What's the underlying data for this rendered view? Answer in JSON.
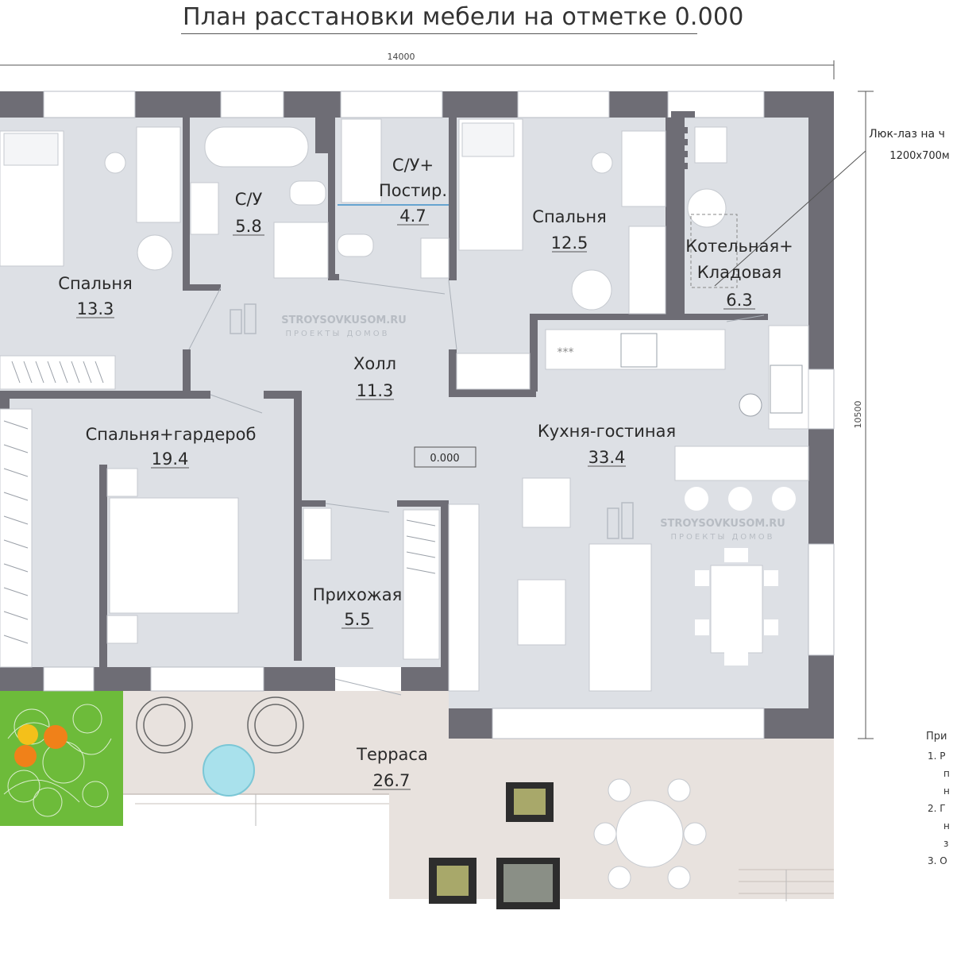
{
  "title": "План расстановки мебели на отметке 0.000",
  "dimensions": {
    "width": "14000",
    "height": "10500"
  },
  "hatch_note": {
    "line1": "Люк-лаз на ч",
    "line2": "1200х700м"
  },
  "level_mark": "0.000",
  "watermark": {
    "site": "STROYSOVKUSOM.RU",
    "sub": "ПРОЕКТЫ ДОМОВ"
  },
  "rooms": [
    {
      "name": "Спальня",
      "area": "13.3"
    },
    {
      "name": "С/У",
      "area": "5.8"
    },
    {
      "name_line1": "С/У+",
      "name_line2": "Постир.",
      "area": "4.7"
    },
    {
      "name": "Спальня",
      "area": "12.5"
    },
    {
      "name_line1": "Котельная+",
      "name_line2": "Кладовая",
      "area": "6.3"
    },
    {
      "name": "Холл",
      "area": "11.3"
    },
    {
      "name": "Спальня+гардероб",
      "area": "19.4"
    },
    {
      "name": "Кухня-гостиная",
      "area": "33.4"
    },
    {
      "name": "Прихожая",
      "area": "5.5"
    },
    {
      "name": "Терраса",
      "area": "26.7"
    }
  ],
  "notes": {
    "title": "При",
    "items": [
      "1. Р",
      "п",
      "н",
      "2. Г",
      "н",
      "з",
      "3. О"
    ]
  },
  "stove_mark": "***",
  "colors": {
    "floor": "#dde0e5",
    "wall": "#6e6d75",
    "terrace": "#e8e2de",
    "lawn": "#6dbb3a",
    "pool": "#a9e1ec",
    "chair": "#a8a86a"
  }
}
